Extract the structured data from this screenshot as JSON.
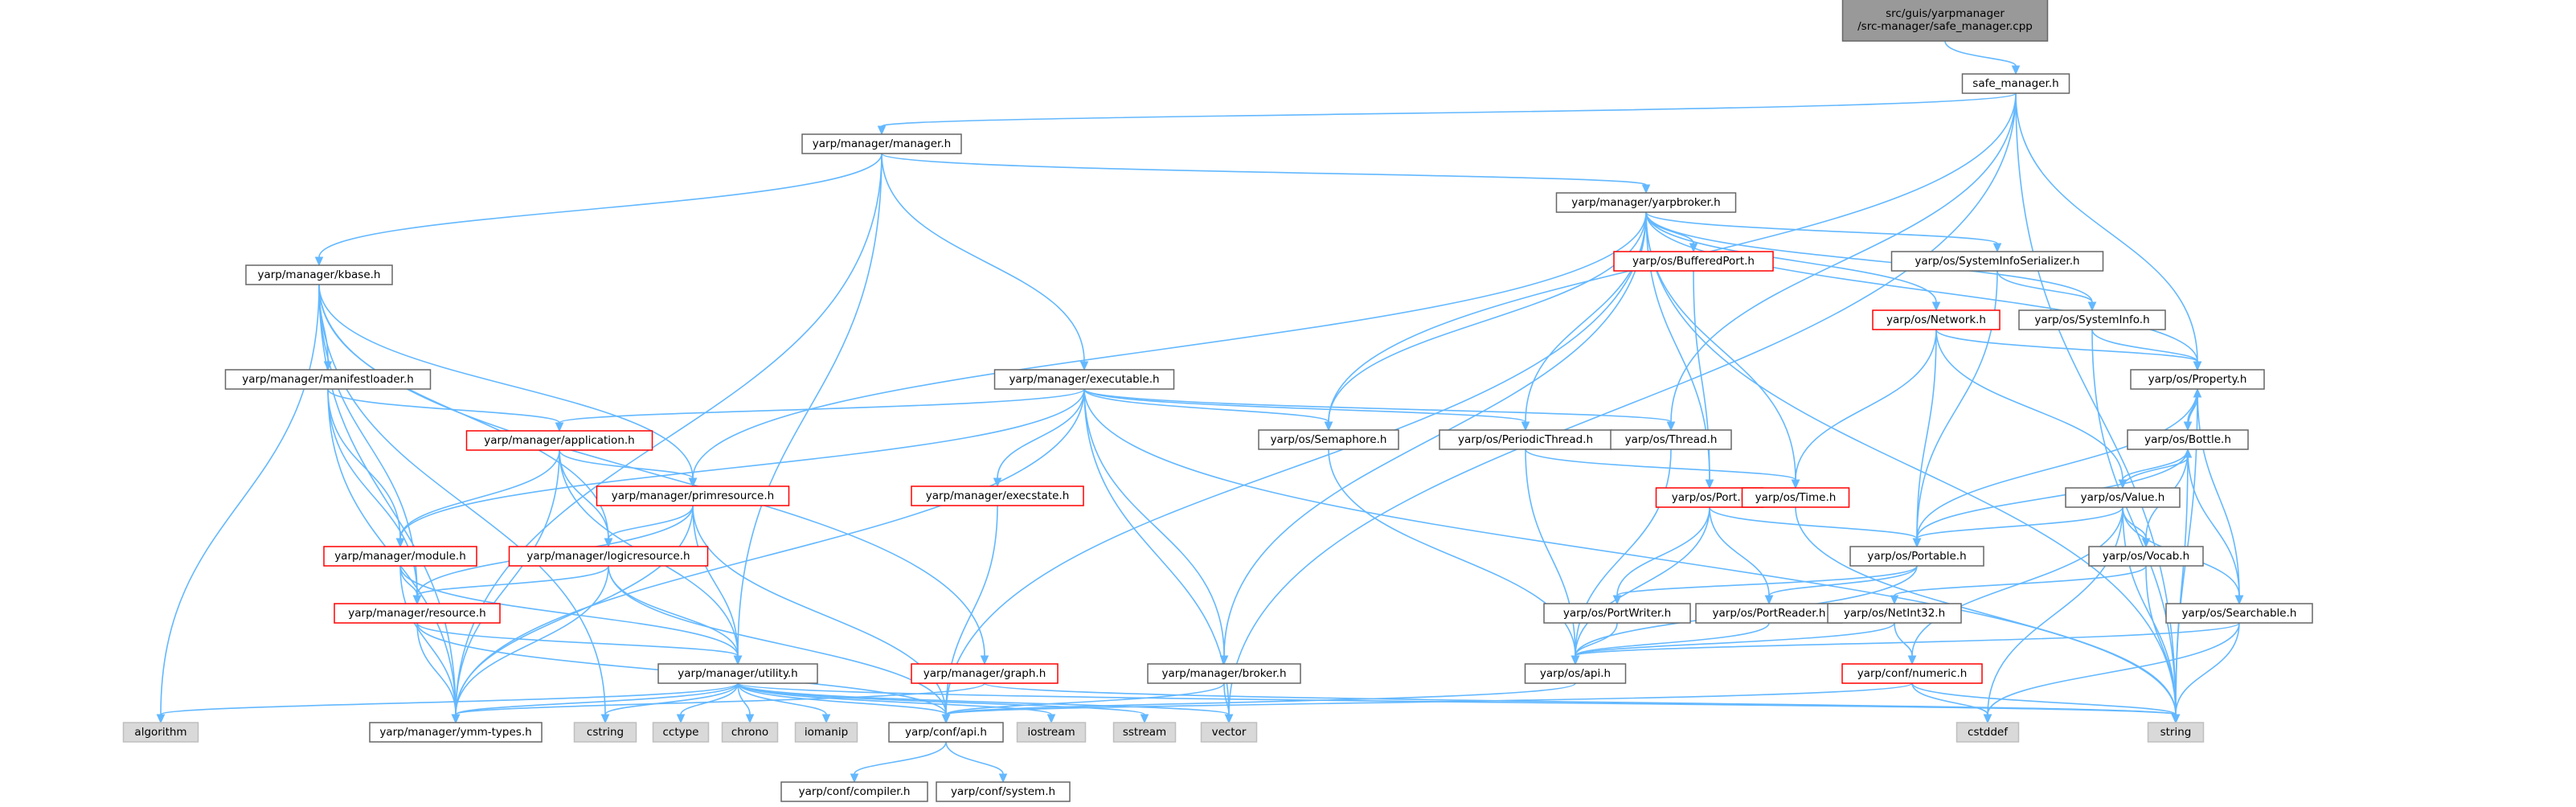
{
  "nodes": [
    {
      "id": "root",
      "lines": [
        "src/guis/yarpmanager",
        "/src-manager/safe_manager.cpp"
      ],
      "style": "root"
    },
    {
      "id": "safe",
      "lines": [
        "safe_manager.h"
      ],
      "style": "normal"
    },
    {
      "id": "manager",
      "lines": [
        "yarp/manager/manager.h"
      ],
      "style": "normal"
    },
    {
      "id": "yarpbroker",
      "lines": [
        "yarp/manager/yarpbroker.h"
      ],
      "style": "normal"
    },
    {
      "id": "kbase",
      "lines": [
        "yarp/manager/kbase.h"
      ],
      "style": "normal"
    },
    {
      "id": "manifestloader",
      "lines": [
        "yarp/manager/manifestloader.h"
      ],
      "style": "normal"
    },
    {
      "id": "application",
      "lines": [
        "yarp/manager/application.h"
      ],
      "style": "red"
    },
    {
      "id": "primresource",
      "lines": [
        "yarp/manager/primresource.h"
      ],
      "style": "red"
    },
    {
      "id": "module",
      "lines": [
        "yarp/manager/module.h"
      ],
      "style": "red"
    },
    {
      "id": "logicresource",
      "lines": [
        "yarp/manager/logicresource.h"
      ],
      "style": "red"
    },
    {
      "id": "resource",
      "lines": [
        "yarp/manager/resource.h"
      ],
      "style": "red"
    },
    {
      "id": "utility",
      "lines": [
        "yarp/manager/utility.h"
      ],
      "style": "normal"
    },
    {
      "id": "ymmtypes",
      "lines": [
        "yarp/manager/ymm-types.h"
      ],
      "style": "normal"
    },
    {
      "id": "executable",
      "lines": [
        "yarp/manager/executable.h"
      ],
      "style": "normal"
    },
    {
      "id": "execstate",
      "lines": [
        "yarp/manager/execstate.h"
      ],
      "style": "red"
    },
    {
      "id": "graph",
      "lines": [
        "yarp/manager/graph.h"
      ],
      "style": "red"
    },
    {
      "id": "broker",
      "lines": [
        "yarp/manager/broker.h"
      ],
      "style": "normal"
    },
    {
      "id": "semaphore",
      "lines": [
        "yarp/os/Semaphore.h"
      ],
      "style": "normal"
    },
    {
      "id": "periodicthread",
      "lines": [
        "yarp/os/PeriodicThread.h"
      ],
      "style": "normal"
    },
    {
      "id": "thread",
      "lines": [
        "yarp/os/Thread.h"
      ],
      "style": "normal"
    },
    {
      "id": "bufferedport",
      "lines": [
        "yarp/os/BufferedPort.h"
      ],
      "style": "red"
    },
    {
      "id": "port",
      "lines": [
        "yarp/os/Port.h"
      ],
      "style": "red"
    },
    {
      "id": "time",
      "lines": [
        "yarp/os/Time.h"
      ],
      "style": "red"
    },
    {
      "id": "sysinfoser",
      "lines": [
        "yarp/os/SystemInfoSerializer.h"
      ],
      "style": "normal"
    },
    {
      "id": "network",
      "lines": [
        "yarp/os/Network.h"
      ],
      "style": "red"
    },
    {
      "id": "sysinfo",
      "lines": [
        "yarp/os/SystemInfo.h"
      ],
      "style": "normal"
    },
    {
      "id": "property",
      "lines": [
        "yarp/os/Property.h"
      ],
      "style": "normal"
    },
    {
      "id": "bottle",
      "lines": [
        "yarp/os/Bottle.h"
      ],
      "style": "normal"
    },
    {
      "id": "value",
      "lines": [
        "yarp/os/Value.h"
      ],
      "style": "normal"
    },
    {
      "id": "portable",
      "lines": [
        "yarp/os/Portable.h"
      ],
      "style": "normal"
    },
    {
      "id": "vocab",
      "lines": [
        "yarp/os/Vocab.h"
      ],
      "style": "normal"
    },
    {
      "id": "portwriter",
      "lines": [
        "yarp/os/PortWriter.h"
      ],
      "style": "normal"
    },
    {
      "id": "portreader",
      "lines": [
        "yarp/os/PortReader.h"
      ],
      "style": "normal"
    },
    {
      "id": "netint32",
      "lines": [
        "yarp/os/NetInt32.h"
      ],
      "style": "normal"
    },
    {
      "id": "searchable",
      "lines": [
        "yarp/os/Searchable.h"
      ],
      "style": "normal"
    },
    {
      "id": "osapi",
      "lines": [
        "yarp/os/api.h"
      ],
      "style": "normal"
    },
    {
      "id": "numeric",
      "lines": [
        "yarp/conf/numeric.h"
      ],
      "style": "red"
    },
    {
      "id": "confapi",
      "lines": [
        "yarp/conf/api.h"
      ],
      "style": "normal"
    },
    {
      "id": "compiler",
      "lines": [
        "yarp/conf/compiler.h"
      ],
      "style": "normal"
    },
    {
      "id": "system",
      "lines": [
        "yarp/conf/system.h"
      ],
      "style": "normal"
    },
    {
      "id": "algorithm",
      "lines": [
        "algorithm"
      ],
      "style": "grey"
    },
    {
      "id": "cstring",
      "lines": [
        "cstring"
      ],
      "style": "grey"
    },
    {
      "id": "cctype",
      "lines": [
        "cctype"
      ],
      "style": "grey"
    },
    {
      "id": "chrono",
      "lines": [
        "chrono"
      ],
      "style": "grey"
    },
    {
      "id": "iomanip",
      "lines": [
        "iomanip"
      ],
      "style": "grey"
    },
    {
      "id": "iostream",
      "lines": [
        "iostream"
      ],
      "style": "grey"
    },
    {
      "id": "sstream",
      "lines": [
        "sstream"
      ],
      "style": "grey"
    },
    {
      "id": "vector",
      "lines": [
        "vector"
      ],
      "style": "grey"
    },
    {
      "id": "cstddef",
      "lines": [
        "cstddef"
      ],
      "style": "grey"
    },
    {
      "id": "string",
      "lines": [
        "string"
      ],
      "style": "grey"
    }
  ],
  "edges": [
    [
      "root",
      "safe"
    ],
    [
      "safe",
      "manager"
    ],
    [
      "safe",
      "semaphore"
    ],
    [
      "safe",
      "thread"
    ],
    [
      "safe",
      "property"
    ],
    [
      "safe",
      "vector"
    ],
    [
      "safe",
      "string"
    ],
    [
      "manager",
      "yarpbroker"
    ],
    [
      "manager",
      "kbase"
    ],
    [
      "manager",
      "executable"
    ],
    [
      "manager",
      "utility"
    ],
    [
      "manager",
      "ymmtypes"
    ],
    [
      "yarpbroker",
      "primresource"
    ],
    [
      "yarpbroker",
      "broker"
    ],
    [
      "yarpbroker",
      "semaphore"
    ],
    [
      "yarpbroker",
      "periodicthread"
    ],
    [
      "yarpbroker",
      "bufferedport"
    ],
    [
      "yarpbroker",
      "port"
    ],
    [
      "yarpbroker",
      "time"
    ],
    [
      "yarpbroker",
      "sysinfoser"
    ],
    [
      "yarpbroker",
      "network"
    ],
    [
      "yarpbroker",
      "sysinfo"
    ],
    [
      "yarpbroker",
      "property"
    ],
    [
      "yarpbroker",
      "confapi"
    ],
    [
      "yarpbroker",
      "string"
    ],
    [
      "kbase",
      "manifestloader"
    ],
    [
      "kbase",
      "primresource"
    ],
    [
      "kbase",
      "logicresource"
    ],
    [
      "kbase",
      "resource"
    ],
    [
      "kbase",
      "graph"
    ],
    [
      "kbase",
      "algorithm"
    ],
    [
      "kbase",
      "ymmtypes"
    ],
    [
      "kbase",
      "cstring"
    ],
    [
      "manifestloader",
      "application"
    ],
    [
      "manifestloader",
      "module"
    ],
    [
      "manifestloader",
      "resource"
    ],
    [
      "manifestloader",
      "ymmtypes"
    ],
    [
      "application",
      "module"
    ],
    [
      "application",
      "primresource"
    ],
    [
      "application",
      "logicresource"
    ],
    [
      "application",
      "utility"
    ],
    [
      "application",
      "ymmtypes"
    ],
    [
      "primresource",
      "logicresource"
    ],
    [
      "primresource",
      "resource"
    ],
    [
      "primresource",
      "utility"
    ],
    [
      "primresource",
      "ymmtypes"
    ],
    [
      "primresource",
      "confapi"
    ],
    [
      "module",
      "resource"
    ],
    [
      "module",
      "utility"
    ],
    [
      "module",
      "ymmtypes"
    ],
    [
      "logicresource",
      "resource"
    ],
    [
      "logicresource",
      "utility"
    ],
    [
      "logicresource",
      "ymmtypes"
    ],
    [
      "logicresource",
      "confapi"
    ],
    [
      "resource",
      "utility"
    ],
    [
      "resource",
      "ymmtypes"
    ],
    [
      "resource",
      "confapi"
    ],
    [
      "utility",
      "ymmtypes"
    ],
    [
      "utility",
      "confapi"
    ],
    [
      "utility",
      "algorithm"
    ],
    [
      "utility",
      "cstring"
    ],
    [
      "utility",
      "cctype"
    ],
    [
      "utility",
      "chrono"
    ],
    [
      "utility",
      "iomanip"
    ],
    [
      "utility",
      "iostream"
    ],
    [
      "utility",
      "sstream"
    ],
    [
      "utility",
      "vector"
    ],
    [
      "utility",
      "string"
    ],
    [
      "executable",
      "application"
    ],
    [
      "executable",
      "module"
    ],
    [
      "executable",
      "execstate"
    ],
    [
      "executable",
      "broker"
    ],
    [
      "executable",
      "semaphore"
    ],
    [
      "executable",
      "periodicthread"
    ],
    [
      "executable",
      "thread"
    ],
    [
      "executable",
      "ymmtypes"
    ],
    [
      "executable",
      "vector"
    ],
    [
      "executable",
      "string"
    ],
    [
      "execstate",
      "confapi"
    ],
    [
      "graph",
      "ymmtypes"
    ],
    [
      "graph",
      "string"
    ],
    [
      "broker",
      "vector"
    ],
    [
      "broker",
      "confapi"
    ],
    [
      "semaphore",
      "osapi"
    ],
    [
      "periodicthread",
      "osapi"
    ],
    [
      "periodicthread",
      "time"
    ],
    [
      "thread",
      "osapi"
    ],
    [
      "bufferedport",
      "port"
    ],
    [
      "port",
      "portable"
    ],
    [
      "port",
      "portwriter"
    ],
    [
      "port",
      "portreader"
    ],
    [
      "port",
      "osapi"
    ],
    [
      "time",
      "string"
    ],
    [
      "sysinfoser",
      "sysinfo"
    ],
    [
      "sysinfoser",
      "portable"
    ],
    [
      "network",
      "property"
    ],
    [
      "network",
      "value"
    ],
    [
      "network",
      "portable"
    ],
    [
      "network",
      "time"
    ],
    [
      "sysinfo",
      "property"
    ],
    [
      "sysinfo",
      "string"
    ],
    [
      "property",
      "bottle"
    ],
    [
      "property",
      "portable"
    ],
    [
      "property",
      "searchable"
    ],
    [
      "property",
      "string"
    ],
    [
      "bottle",
      "property"
    ],
    [
      "bottle",
      "value"
    ],
    [
      "bottle",
      "portable"
    ],
    [
      "bottle",
      "searchable"
    ],
    [
      "bottle",
      "vocab"
    ],
    [
      "bottle",
      "string"
    ],
    [
      "value",
      "bottle"
    ],
    [
      "value",
      "portable"
    ],
    [
      "value",
      "vocab"
    ],
    [
      "value",
      "searchable"
    ],
    [
      "value",
      "numeric"
    ],
    [
      "value",
      "cstddef"
    ],
    [
      "value",
      "string"
    ],
    [
      "portable",
      "portwriter"
    ],
    [
      "portable",
      "portreader"
    ],
    [
      "portable",
      "osapi"
    ],
    [
      "vocab",
      "netint32"
    ],
    [
      "vocab",
      "string"
    ],
    [
      "portwriter",
      "osapi"
    ],
    [
      "portreader",
      "osapi"
    ],
    [
      "netint32",
      "numeric"
    ],
    [
      "netint32",
      "osapi"
    ],
    [
      "searchable",
      "osapi"
    ],
    [
      "searchable",
      "string"
    ],
    [
      "searchable",
      "cstddef"
    ],
    [
      "osapi",
      "confapi"
    ],
    [
      "numeric",
      "confapi"
    ],
    [
      "numeric",
      "cstddef"
    ],
    [
      "numeric",
      "string"
    ],
    [
      "confapi",
      "compiler"
    ],
    [
      "confapi",
      "system"
    ]
  ]
}
